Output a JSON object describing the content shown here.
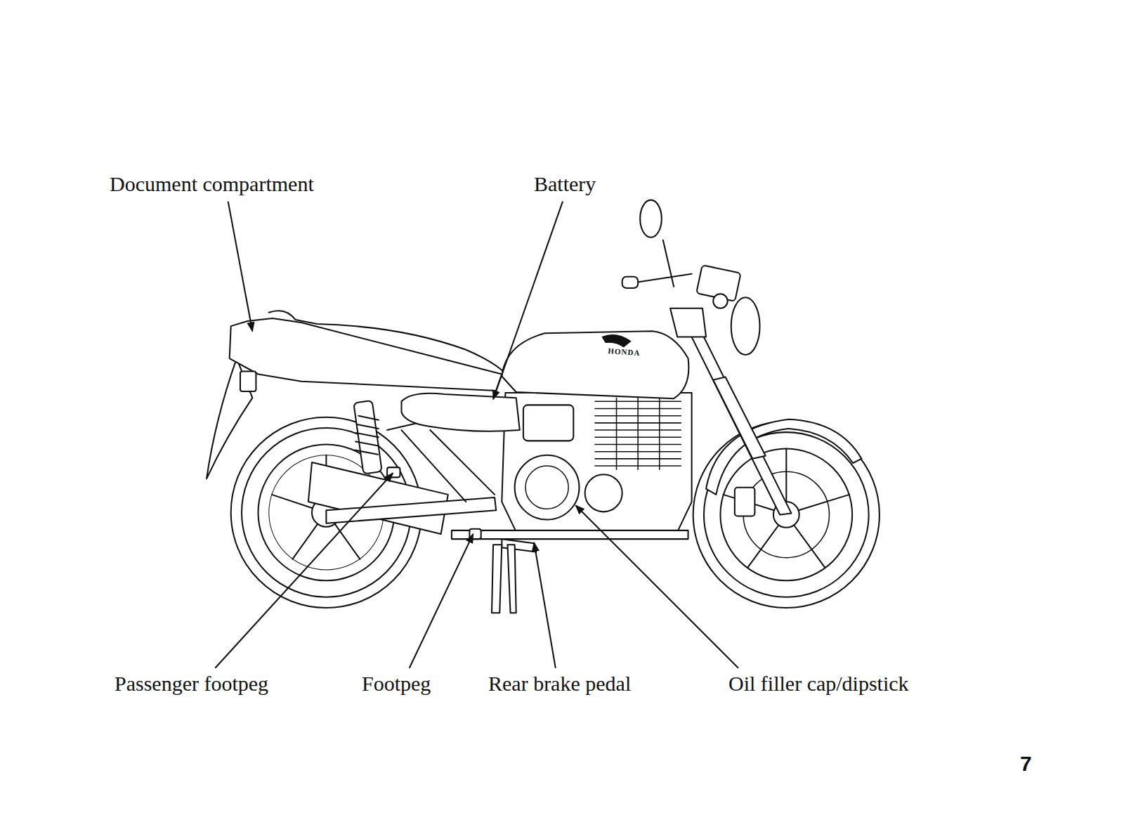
{
  "diagram": {
    "labels": [
      "Document compartment",
      "Battery",
      "HONDA",
      "Passenger footpeg",
      "Footpeg",
      "Rear brake pedal",
      "Oil filler cap/dipstick",
      "7"
    ]
  }
}
